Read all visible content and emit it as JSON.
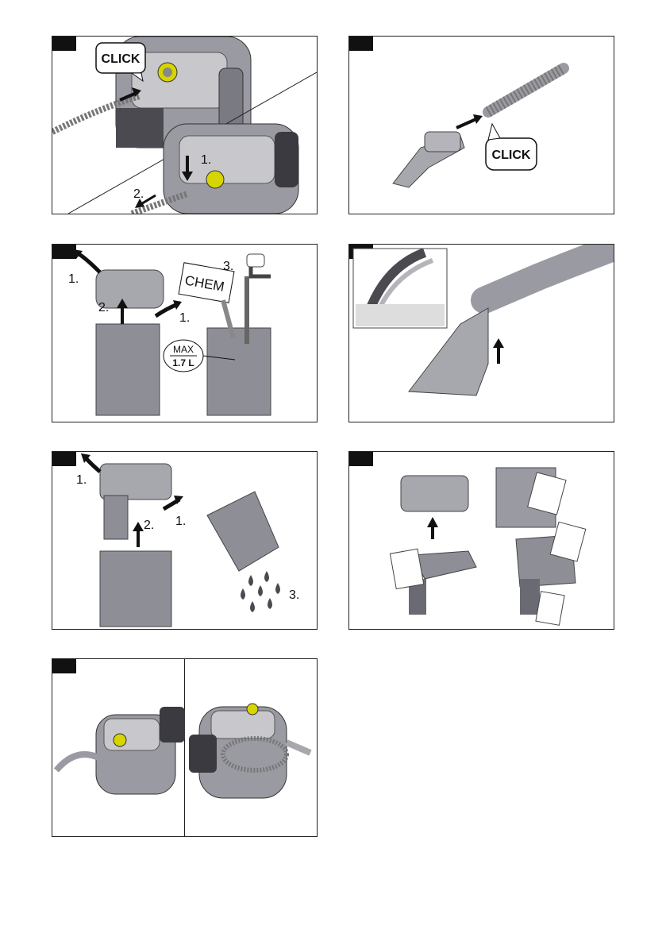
{
  "panels": {
    "p1": {
      "callout": "CLICK",
      "step1": "1.",
      "step2": "2."
    },
    "p2": {
      "callout": "CLICK"
    },
    "p3": {
      "step1a": "1.",
      "step1b": "1.",
      "step2": "2.",
      "step3": "3.",
      "label": "CHEM",
      "max_top": "MAX",
      "max_value": "1.7 L"
    },
    "p5": {
      "step1a": "1.",
      "step1b": "1.",
      "step2": "2.",
      "step3": "3."
    }
  },
  "colors": {
    "frame": "#222222",
    "body_gray": "#9a9aa2",
    "dark_gray": "#4a4a50",
    "accent_yellow": "#d8d400"
  },
  "icons": [
    "arrow-icon",
    "faucet-icon",
    "water-drop-icon",
    "hand-icon",
    "cloth-icon"
  ]
}
